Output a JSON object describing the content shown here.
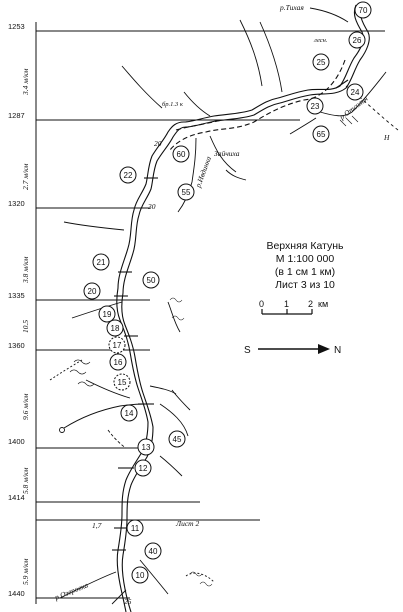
{
  "legend": {
    "title": "Верхняя Катунь",
    "scale": "М 1:100 000",
    "scale_note": "(в 1 см 1 км)",
    "sheet": "Лист 3 из 10",
    "scalebar_ticks": [
      "0",
      "1",
      "2"
    ],
    "scalebar_unit": "км",
    "north_from": "S",
    "north_to": "N"
  },
  "elevations": [
    "1253",
    "1287",
    "1320",
    "1335",
    "1360",
    "1400",
    "1414",
    "1440"
  ],
  "gradients": [
    "3.4 м/км",
    "2.7 м/км",
    "3.8 м/км",
    "10.5",
    "9.6 м/км",
    "5.8 м/км",
    "5.9 м/км"
  ],
  "tributaries": {
    "tikhaya": "р.Тихая",
    "otkoslya": "р.Отсолья",
    "zaychikha": "Зайчиха",
    "nameless": "р.Ивдинка",
    "ozerovka": "р.Озеровка"
  },
  "annotations": {
    "forester": "лесн.",
    "ford": "бр.1.3 к",
    "km20": "20",
    "km30": "30",
    "km17": "1,7",
    "km25": "25",
    "sheet2": "Лист 2",
    "letter_n": "Н"
  },
  "markers": [
    "70",
    "26",
    "25",
    "24",
    "23",
    "65",
    "60",
    "22",
    "55",
    "21",
    "50",
    "20",
    "19",
    "18",
    "17",
    "16",
    "15",
    "14",
    "45",
    "13",
    "12",
    "11",
    "40",
    "10"
  ],
  "colors": {
    "ink": "#111111",
    "paper": "#ffffff"
  }
}
